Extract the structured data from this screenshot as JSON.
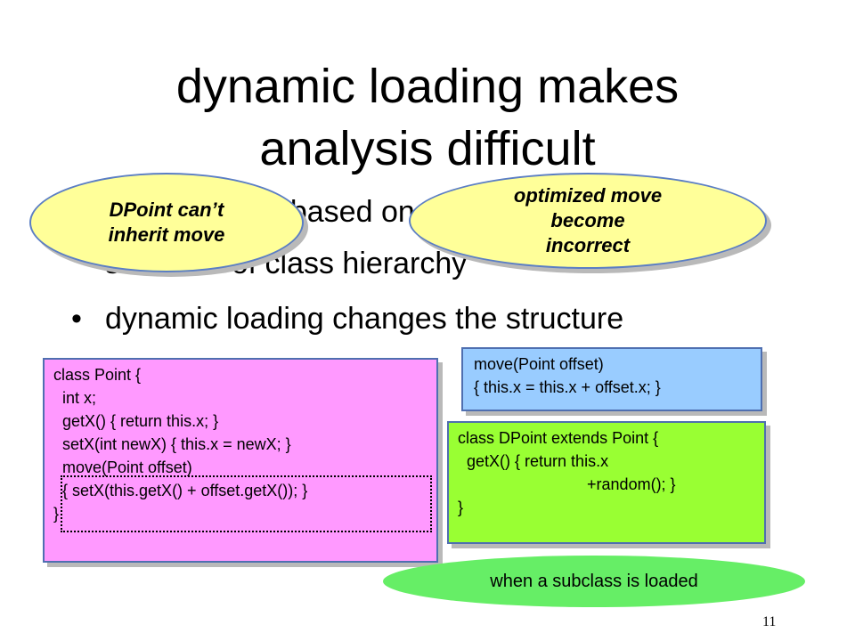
{
  "slide": {
    "title_line1": "dynamic loading makes",
    "title_line2": "analysis difficult",
    "bullet_marker": "•",
    "bullet1_visible": "optimizations based on",
    "bullet1_line2": "structure of class hierarchy",
    "bullet2": "dynamic loading changes the structure",
    "oval_left_line1": "DPoint can’t",
    "oval_left_line2": "inherit move",
    "oval_right_line1": "optimized move",
    "oval_right_line2": "become",
    "oval_right_line3": "incorrect",
    "point_code": "class Point {\n  int x;\n  getX() { return this.x; }\n  setX(int newX) { this.x = newX; }\n  move(Point offset)\n  { setX(this.getX() + offset.getX()); }\n}",
    "move_code": "move(Point offset)\n{ this.x = this.x + offset.x; }",
    "dpoint_code": "class DPoint extends Point {\n  getX() { return this.x\n                             +random(); }\n}",
    "subclass_note": "when a subclass is loaded",
    "page_number": "11"
  },
  "colors": {
    "oval_fill": "#ffff99",
    "point_box": "#ff99ff",
    "move_box": "#99ccff",
    "dpoint_box": "#99ff33",
    "note_oval": "#66ee66"
  }
}
